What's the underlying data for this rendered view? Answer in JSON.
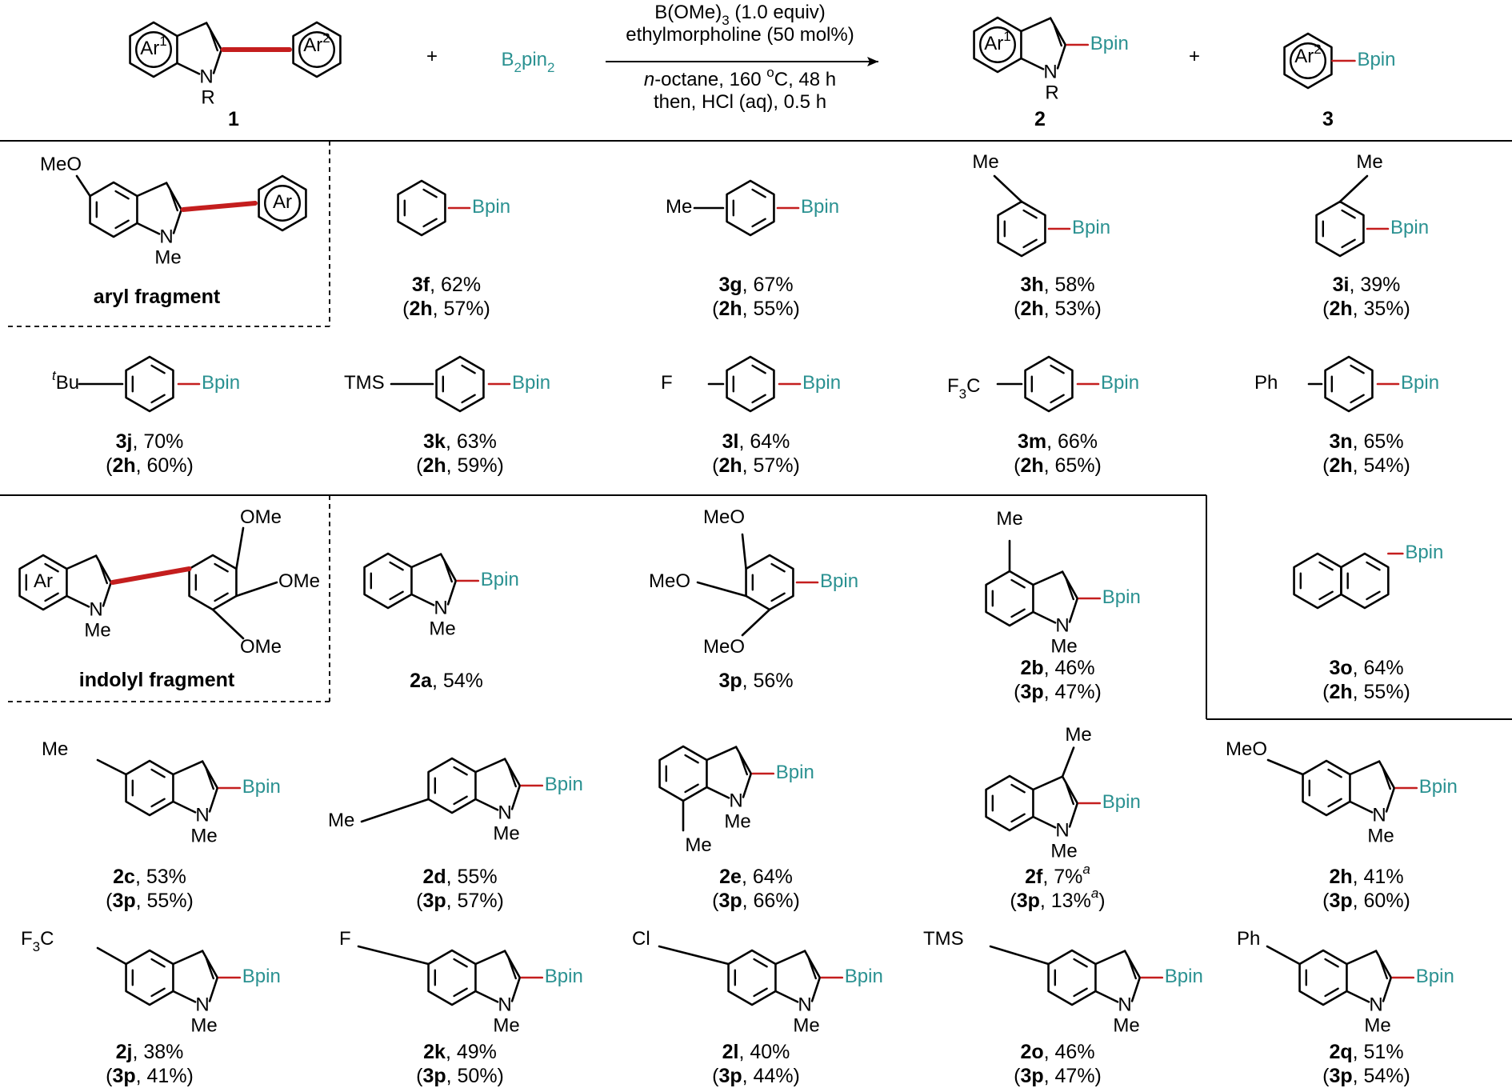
{
  "header": {
    "reactant1_ar1": "Ar1",
    "reactant1_ar2": "Ar2",
    "reactant1_n": "N",
    "reactant1_r": "R",
    "reactant1_number": "1",
    "plus": "+",
    "b2pin2": "B2pin2",
    "conditions": [
      "B(OMe)3 (1.0 equiv)",
      "ethylmorpholine (50 mol%)",
      "n-octane, 160 oC, 48 h",
      "then, HCl (aq), 0.5 h"
    ],
    "product2_number": "2",
    "product3_number": "3",
    "bpin": "Bpin"
  },
  "boxes": {
    "aryl_fragment": "aryl fragment",
    "indolyl_fragment": "indolyl fragment"
  },
  "substituents": {
    "MeO": "MeO",
    "Me": "Me",
    "N": "N",
    "Ar": "Ar",
    "OMe": "OMe",
    "tBu": "tBu",
    "TMS": "TMS",
    "F": "F",
    "F3C": "F3C",
    "Ph": "Ph",
    "Cl": "Cl"
  },
  "entries": [
    {
      "id": "3f",
      "line1": "3f, 62%",
      "line2": "(2h, 57%)"
    },
    {
      "id": "3g",
      "line1": "3g, 67%",
      "line2": "(2h, 55%)"
    },
    {
      "id": "3h",
      "line1": "3h, 58%",
      "line2": "(2h,  53%)"
    },
    {
      "id": "3i",
      "line1": "3i, 39%",
      "line2": "(2h, 35%)"
    },
    {
      "id": "3j",
      "line1": "3j, 70%",
      "line2": "(2h, 60%)"
    },
    {
      "id": "3k",
      "line1": "3k, 63%",
      "line2": "(2h, 59%)"
    },
    {
      "id": "3l",
      "line1": "3l, 64%",
      "line2": "(2h, 57%)"
    },
    {
      "id": "3m",
      "line1": "3m, 66%",
      "line2": "(2h, 65%)"
    },
    {
      "id": "3n",
      "line1": "3n, 65%",
      "line2": "(2h, 54%)"
    },
    {
      "id": "2a",
      "line1": "2a, 54%",
      "line2": ""
    },
    {
      "id": "3p",
      "line1": "3p, 56%",
      "line2": ""
    },
    {
      "id": "2b",
      "line1": "2b, 46%",
      "line2": "(3p, 47%)"
    },
    {
      "id": "3o",
      "line1": "3o, 64%",
      "line2": "(2h, 55%)"
    },
    {
      "id": "2c",
      "line1": "2c, 53%",
      "line2": "(3p, 55%)"
    },
    {
      "id": "2d",
      "line1": "2d, 55%",
      "line2": "(3p, 57%)"
    },
    {
      "id": "2e",
      "line1": "2e, 64%",
      "line2": "(3p, 66%)"
    },
    {
      "id": "2f",
      "line1": "2f, 7%a",
      "line2": "(3p, 13%a)"
    },
    {
      "id": "2h",
      "line1": "2h, 41%",
      "line2": "(3p, 60%)"
    },
    {
      "id": "2j",
      "line1": "2j, 38%",
      "line2": "(3p, 41%)"
    },
    {
      "id": "2k",
      "line1": "2k, 49%",
      "line2": "(3p, 50%)"
    },
    {
      "id": "2l",
      "line1": "2l, 40%",
      "line2": "(3p, 44%)"
    },
    {
      "id": "2o",
      "line1": "2o, 46%",
      "line2": "(3p, 47%)"
    },
    {
      "id": "2q",
      "line1": "2q, 51%",
      "line2": "(3p, 54%)"
    }
  ]
}
